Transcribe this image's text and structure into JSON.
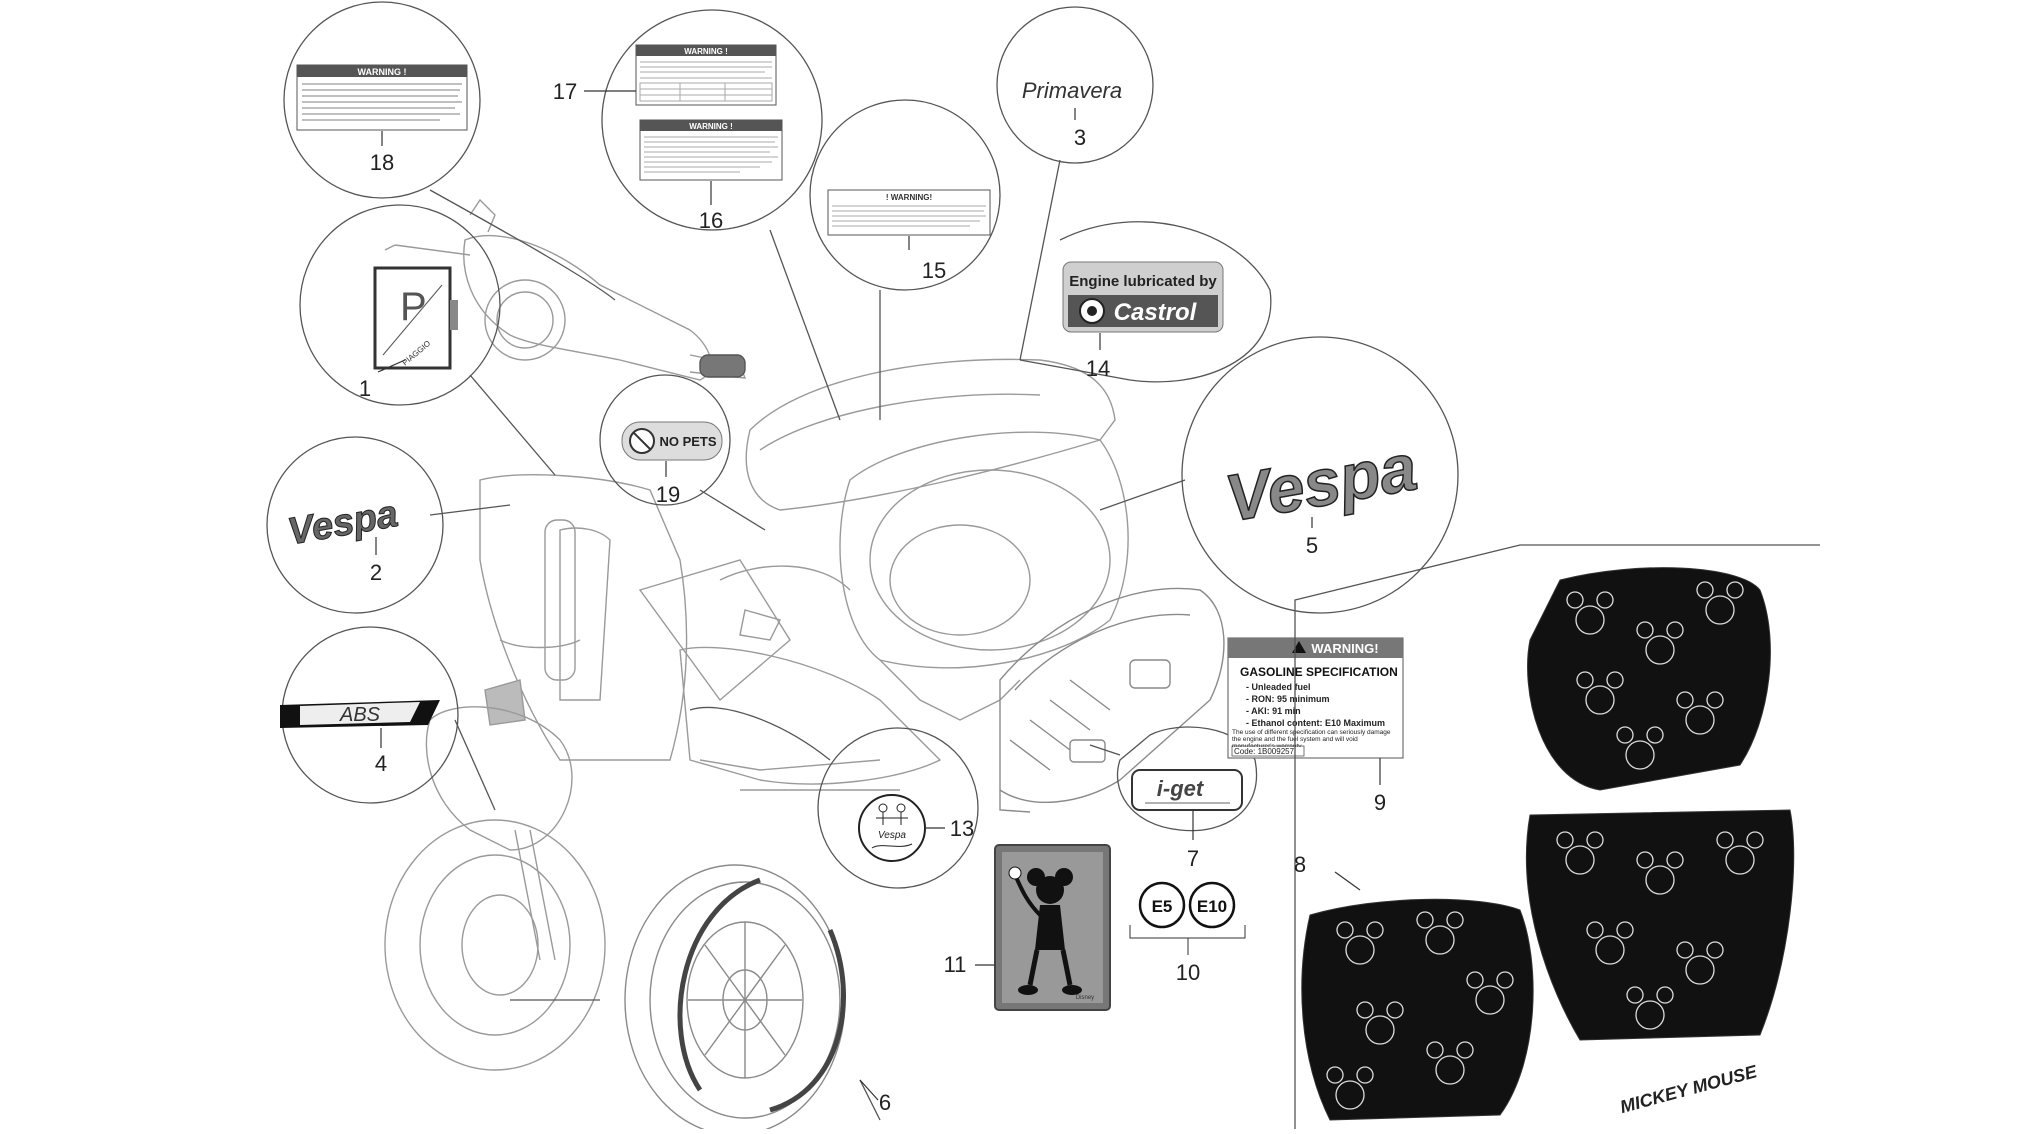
{
  "callouts": [
    {
      "id": "1",
      "label": "1"
    },
    {
      "id": "2",
      "label": "2"
    },
    {
      "id": "3",
      "label": "3"
    },
    {
      "id": "4",
      "label": "4"
    },
    {
      "id": "5",
      "label": "5"
    },
    {
      "id": "6",
      "label": "6"
    },
    {
      "id": "7",
      "label": "7"
    },
    {
      "id": "8",
      "label": "8"
    },
    {
      "id": "9",
      "label": "9"
    },
    {
      "id": "10",
      "label": "10"
    },
    {
      "id": "11",
      "label": "11"
    },
    {
      "id": "13",
      "label": "13"
    },
    {
      "id": "14",
      "label": "14"
    },
    {
      "id": "15",
      "label": "15"
    },
    {
      "id": "16",
      "label": "16"
    },
    {
      "id": "17",
      "label": "17"
    },
    {
      "id": "18",
      "label": "18"
    },
    {
      "id": "19",
      "label": "19"
    }
  ],
  "labels": {
    "warning_short": "WARNING !",
    "warning_15": "! WARNING!",
    "primavera": "Primavera",
    "castrol_top": "Engine lubricated by",
    "castrol_brand": "Castrol",
    "vespa": "Vespa",
    "abs": "ABS",
    "no_pets": "NO PETS",
    "iget": "i-get",
    "e5": "E5",
    "e10": "E10",
    "piaggio": "PIAGGIO",
    "p_logo": "P",
    "mickey_signature": "MICKEY MOUSE",
    "vespa_signature": "Vespa",
    "disney": "Disney"
  },
  "gas_label": {
    "header": "WARNING!",
    "title": "GASOLINE SPECIFICATION",
    "items": [
      "- Unleaded fuel",
      "- RON: 95 minimum",
      "- AKI: 91 min",
      "- Ethanol content: E10 Maximum"
    ],
    "footer": "The use of different specification can seriously damage the engine and the fuel system and will void manufacturer's warranty",
    "code": "Code: 1B009257"
  }
}
